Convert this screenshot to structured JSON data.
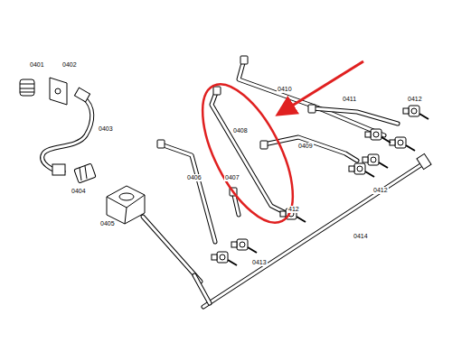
{
  "diagram": {
    "labels": [
      "0401",
      "0402",
      "0403",
      "0404",
      "0405",
      "0406",
      "0407",
      "0408",
      "0409",
      "0410",
      "0411",
      "0412",
      "0412",
      "412",
      "0413",
      "0414"
    ]
  }
}
